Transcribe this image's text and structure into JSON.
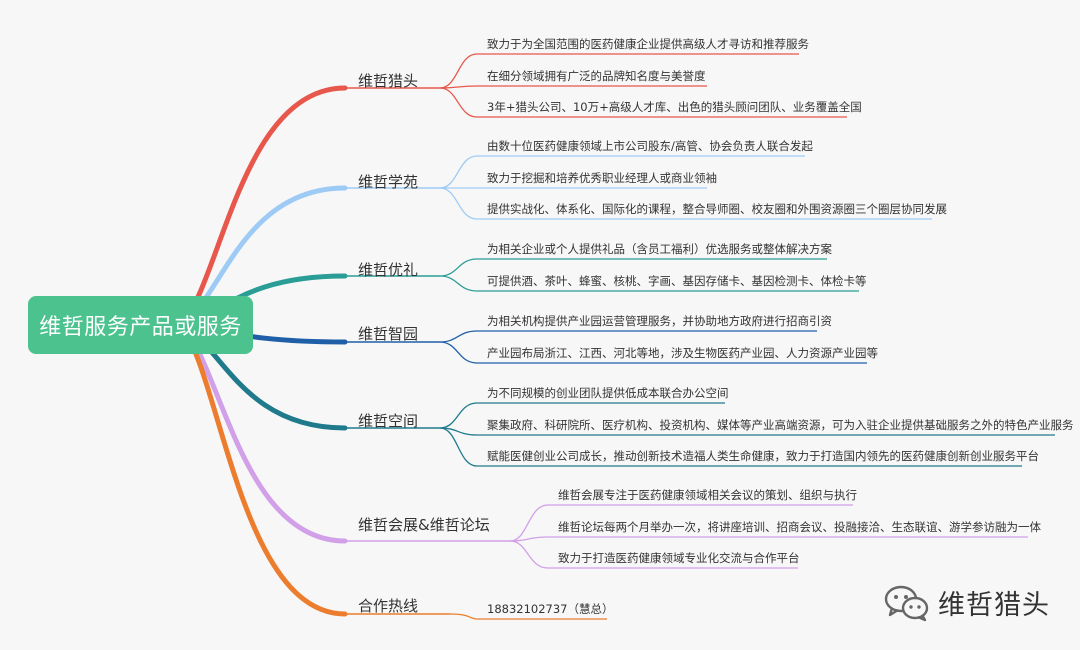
{
  "root": {
    "label": "维哲服务产品或服务"
  },
  "branches": [
    {
      "label": "维哲猎头",
      "color": "#e8574b",
      "leaves": [
        "致力于为全国范围的医药健康企业提供高级人才寻访和推荐服务",
        "在细分领域拥有广泛的品牌知名度与美誉度",
        "3年+猎头公司、10万+高级人才库、出色的猎头顾问团队、业务覆盖全国"
      ]
    },
    {
      "label": "维哲学苑",
      "color": "#9ecbf5",
      "leaves": [
        "由数十位医药健康领域上市公司股东/高管、协会负责人联合发起",
        "致力于挖掘和培养优秀职业经理人或商业领袖",
        "提供实战化、体系化、国际化的课程，整合导师圈、校友圈和外围资源圈三个圈层协同发展"
      ]
    },
    {
      "label": "维哲优礼",
      "color": "#2a9d96",
      "leaves": [
        "为相关企业或个人提供礼品（含员工福利）优选服务或整体解决方案",
        "可提供酒、茶叶、蜂蜜、核桃、字画、基因存储卡、基因检测卡、体检卡等"
      ]
    },
    {
      "label": "维哲智园",
      "color": "#1f5fa8",
      "leaves": [
        "为相关机构提供产业园运营管理服务，并协助地方政府进行招商引资",
        "产业园布局浙江、江西、河北等地，涉及生物医药产业园、人力资源产业园等"
      ]
    },
    {
      "label": "维哲空间",
      "color": "#1f7a8c",
      "leaves": [
        "为不同规模的创业团队提供低成本联合办公空间",
        "聚集政府、科研院所、医疗机构、投资机构、媒体等产业高端资源，可为入驻企业提供基础服务之外的特色产业服务",
        "赋能医健创业公司成长，推动创新技术造福人类生命健康，致力于打造国内领先的医药健康创新创业服务平台"
      ]
    },
    {
      "label": "维哲会展&维哲论坛",
      "color": "#d2a0e8",
      "leaves": [
        "维哲会展专注于医药健康领域相关会议的策划、组织与执行",
        "维哲论坛每两个月举办一次，将讲座培训、招商会议、投融接洽、生态联谊、游学参访融为一体",
        "致力于打造医药健康领域专业化交流与合作平台"
      ]
    },
    {
      "label": "合作热线",
      "color": "#ec7d2e",
      "leaves": [
        "18832102737（慧总）"
      ]
    }
  ],
  "watermark": {
    "label": "维哲猎头",
    "icon": "wechat-icon"
  }
}
